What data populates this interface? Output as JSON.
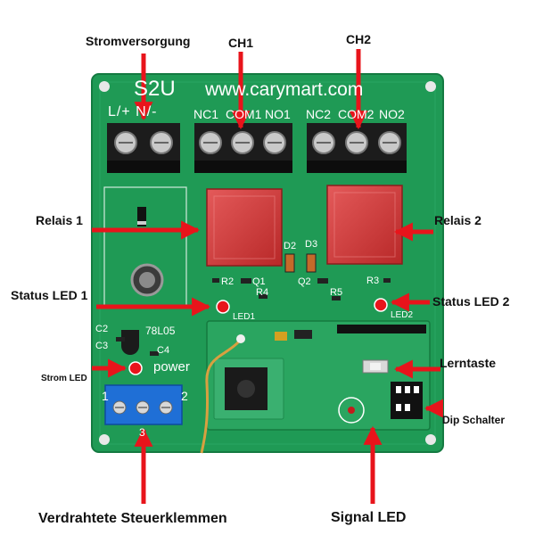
{
  "labels": {
    "power_supply": "Stromversorgung",
    "ch1": "CH1",
    "ch2": "CH2",
    "relay1": "Relais 1",
    "relay2": "Relais 2",
    "status_led1": "Status LED 1",
    "status_led2": "Status LED 2",
    "power_led": "Strom LED",
    "learn_button": "Lerntaste",
    "dip_switch": "Dip Schalter",
    "wired_terminals": "Verdrahtete Steuerklemmen",
    "signal_led": "Signal LED"
  },
  "board": {
    "model": "S2U",
    "url": "www.carymart.com",
    "term_power": "L/+ N/-",
    "nc1": "NC1",
    "com1": "COM1",
    "no1": "NO1",
    "nc2": "NC2",
    "com2": "COM2",
    "no2": "NO2",
    "d2": "D2",
    "d3": "D3",
    "r2": "R2",
    "q1": "Q1",
    "r4": "R4",
    "q2": "Q2",
    "r5": "R5",
    "r3": "R3",
    "led1": "LED1",
    "led2": "LED2",
    "c2": "C2",
    "c3": "C3",
    "c4": "C4",
    "reg": "78L05",
    "power": "power",
    "pin1": "1",
    "pin2": "2",
    "pin3": "3"
  },
  "colors": {
    "pcb": "#1f9a55",
    "arrow": "#e8141b",
    "terminal_blue": "#1f6fd6"
  }
}
